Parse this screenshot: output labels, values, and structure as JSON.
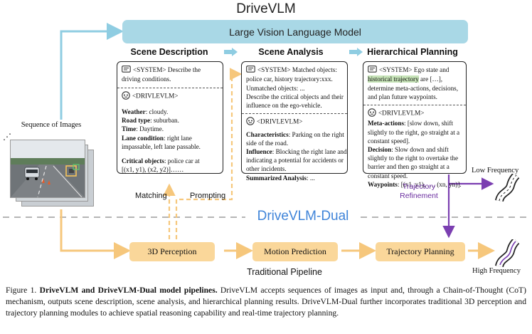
{
  "title": "DriveVLM",
  "llm_bar": "Large Vision Language Model",
  "dual_title": "DriveVLM-Dual",
  "traditional_label": "Traditional Pipeline",
  "input_label": "Sequence of Images",
  "edge_labels": {
    "matching": "Matching",
    "prompting": "Prompting",
    "trajectory_refinement": [
      "Trajectory",
      "Refinement"
    ]
  },
  "frequency_labels": {
    "low": "Low Frequency",
    "high": "High Frequency"
  },
  "colors": {
    "llm_bar": "#a9d8e6",
    "arrow_blue": "#8fcde2",
    "pipeline_box": "#fad79a",
    "arrow_orange": "#f6c77c",
    "arrow_purple": "#7b3fb1",
    "highlight_green": "#c7e4b8",
    "dual_title": "#3f84d9"
  },
  "stages": [
    {
      "name": "Scene Description",
      "system_text": [
        "<SYSTEM> Describe the",
        "driving conditions."
      ],
      "output_tag": "<DRIVLEVLM>",
      "fields": [
        {
          "label": "Weather",
          "text": ": cloudy."
        },
        {
          "label": "Road type",
          "text": ": suburban."
        },
        {
          "label": "Time",
          "text": ": Daytime."
        },
        {
          "label": "Lane condition",
          "text": ": right lane"
        },
        {
          "label": "",
          "text": "impassable, left lane passable."
        },
        {
          "label": "",
          "text": ""
        },
        {
          "label": "Critical objects",
          "text": ": police car at"
        },
        {
          "label": "",
          "text": "[(x1, y1), (x2, y2)]……"
        }
      ]
    },
    {
      "name": "Scene Analysis",
      "system_text": [
        "<SYSTEM> Matched objects:",
        "police car, history trajectory:xxx.",
        "Unmatched objects: ...",
        "Describe the critical objects and their",
        "influence on the ego-vehicle."
      ],
      "output_tag": "<DRIVLEVLM>",
      "fields": [
        {
          "label": "Characteristics",
          "text": ": Parking on the right"
        },
        {
          "label": "",
          "text": "side of the road."
        },
        {
          "label": "Influence",
          "text": ": Blocking the right lane and"
        },
        {
          "label": "",
          "text": "indicating a potential for accidents or"
        },
        {
          "label": "",
          "text": "other incidents."
        },
        {
          "label": "Summarized Analysis",
          "text": ": ..."
        }
      ]
    },
    {
      "name": "Hierarchical Planning",
      "system_text_a": "<SYSTEM> Ego state and",
      "system_highlight": "historical trajectory",
      "system_text_b": " are […],",
      "system_rest": [
        "determine meta-actions, decisions,",
        "and plan future waypoints."
      ],
      "output_tag": "<DRIVLEVLM>",
      "fields": [
        {
          "label": "Meta-actions",
          "text": ": [slow down, shift"
        },
        {
          "label": "",
          "text": "slightly to the right, go straight at a"
        },
        {
          "label": "",
          "text": "constant speed]."
        },
        {
          "label": "Decision",
          "text": ": Slow down and shift"
        },
        {
          "label": "",
          "text": "slightly to the right to overtake the"
        },
        {
          "label": "",
          "text": "barrier and then go straight at a"
        },
        {
          "label": "",
          "text": "constant speed."
        },
        {
          "label": "Waypoints",
          "text": ": [(x1, y1), …, (xn, yn)]."
        }
      ]
    }
  ],
  "pipeline": [
    "3D Perception",
    "Motion Prediction",
    "Trajectory Planning"
  ],
  "caption": {
    "figure": "Figure 1.",
    "bold": "DriveVLM and DriveVLM-Dual model pipelines.",
    "text": " DriveVLM accepts sequences of images as input and, through a Chain-of-Thought (CoT) mechanism, outputs scene description, scene analysis, and hierarchical planning results. DriveVLM-Dual further incorporates traditional 3D perception and trajectory planning modules to achieve spatial reasoning capability and real-time trajectory planning."
  }
}
